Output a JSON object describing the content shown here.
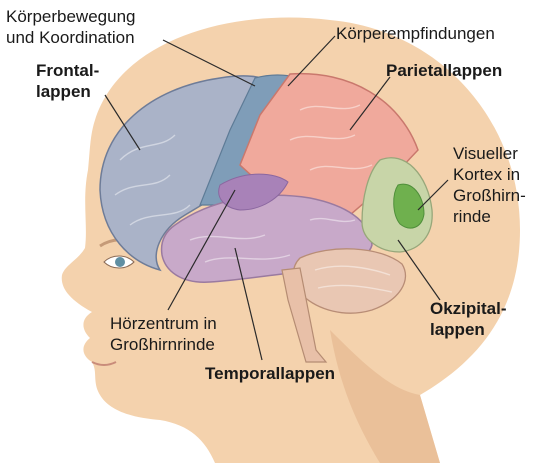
{
  "labels": {
    "motor": "Körperbewegung\nund Koordination",
    "sensations": "Körperempfindungen",
    "frontal": "Frontal-\nlappen",
    "parietal": "Parietallappen",
    "visual": "Visueller\nKortex in\nGroßhirn-\nrinde",
    "occipital": "Okzipital-\nlappen",
    "hearing": "Hörzentrum in\nGroßhirnrinde",
    "temporal": "Temporallappen"
  },
  "colors": {
    "skin": "#f4d2ad",
    "skin_shadow": "#e3b48c",
    "frontal": "#aab3c8",
    "motor": "#7f9db8",
    "parietal": "#f0a99c",
    "temporal": "#c8a9c9",
    "hearing": "#a882b8",
    "occipital": "#c8d5a8",
    "visual": "#6fb04e",
    "cerebellum": "#e9c7b3",
    "brainstem": "#e8c0a8",
    "leader": "#2a2a2a"
  }
}
